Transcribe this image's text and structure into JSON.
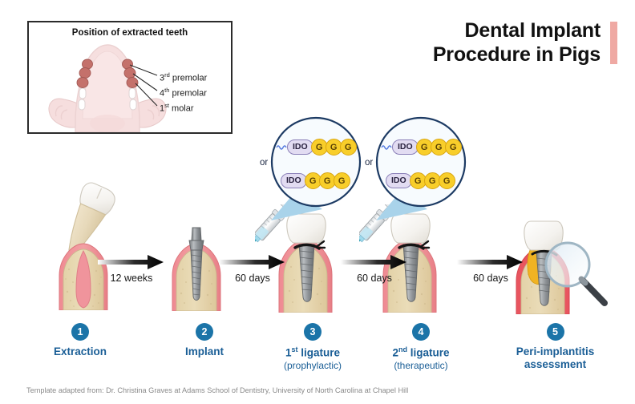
{
  "title": {
    "line1": "Dental Implant",
    "line2": "Procedure in Pigs",
    "accent_color": "#efa9a3"
  },
  "inset": {
    "heading": "Position of extracted teeth",
    "labels": [
      {
        "id": "3rd-premolar",
        "text": "3",
        "sup": "rd",
        "rest": " premolar"
      },
      {
        "id": "4th-premolar",
        "text": "4",
        "sup": "th",
        "rest": " premolar"
      },
      {
        "id": "1st-molar",
        "text": "1",
        "sup": "st",
        "rest": " molar"
      }
    ],
    "extracted_marker_color": "#c4716b",
    "jaw_color": "#f3dcdc"
  },
  "steps": [
    {
      "number": "1",
      "label": "Extraction",
      "sup": "",
      "label_rest": "",
      "sub": ""
    },
    {
      "number": "2",
      "label": "Implant",
      "sup": "",
      "label_rest": "",
      "sub": ""
    },
    {
      "number": "3",
      "label": "1",
      "sup": "st",
      "label_rest": " ligature",
      "sub": "(prophylactic)"
    },
    {
      "number": "4",
      "label": "2",
      "sup": "nd",
      "label_rest": " ligature",
      "sub": "(therapeutic)"
    },
    {
      "number": "5",
      "label": "Peri-implantitis",
      "sup": "",
      "label_rest": "",
      "sub": "assessment"
    }
  ],
  "step_color": "#1a5e96",
  "step_badge_color": "#1b74a8",
  "arrows": [
    {
      "caption": "12 weeks"
    },
    {
      "caption": "60 days"
    },
    {
      "caption": "60 days"
    },
    {
      "caption": "60 days"
    }
  ],
  "callouts": [
    {
      "id": "callout-step3",
      "rows": [
        {
          "tether": true,
          "pill": "IDO",
          "nodes": [
            "G",
            "G",
            "G"
          ]
        },
        {
          "tether": false,
          "pill": "IDO",
          "nodes": [
            "G",
            "G",
            "G"
          ]
        }
      ],
      "separator": "or"
    },
    {
      "id": "callout-step4",
      "rows": [
        {
          "tether": true,
          "pill": "IDO",
          "nodes": [
            "G",
            "G",
            "G"
          ]
        },
        {
          "tether": false,
          "pill": "IDO",
          "nodes": [
            "G",
            "G",
            "G"
          ]
        }
      ],
      "separator": "or"
    }
  ],
  "callout_colors": {
    "circle_border": "#1c3a63",
    "circle_fill": "#f7fbfe",
    "cone": "#a9d3ea",
    "pill_fill": "#e2dcf2",
    "node_fill": "#f8ce2a"
  },
  "credit": "Template adapted from: Dr. Christina Graves at Adams School of Dentistry, University of North Carolina at Chapel Hill"
}
